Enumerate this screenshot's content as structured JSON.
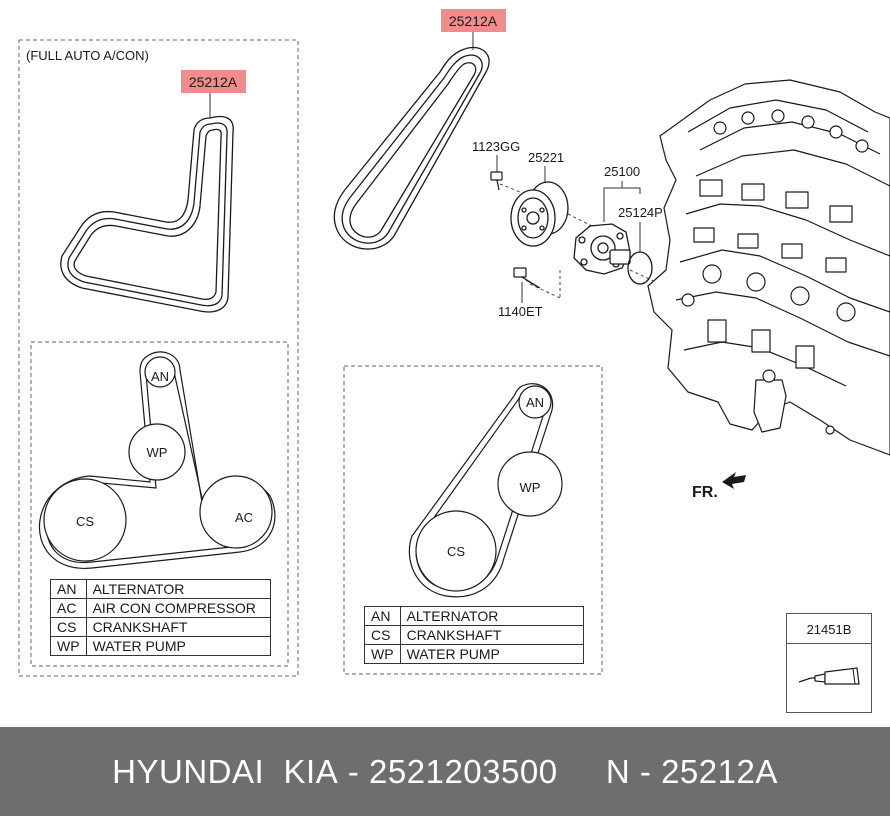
{
  "diagram": {
    "option_note": "(FULL AUTO A/CON)",
    "callouts": {
      "belt_left": "25212A",
      "belt_top": "25212A",
      "bolt_upper": "1123GG",
      "pulley": "25221",
      "water_pump": "25100",
      "gasket": "25124P",
      "bolt_lower": "1140ET",
      "sealant": "21451B"
    },
    "front_marker": "FR.",
    "layout_left": {
      "pulleys": [
        "AN",
        "WP",
        "CS",
        "AC"
      ],
      "legend": [
        {
          "code": "AN",
          "name": "ALTERNATOR"
        },
        {
          "code": "AC",
          "name": "AIR CON COMPRESSOR"
        },
        {
          "code": "CS",
          "name": "CRANKSHAFT"
        },
        {
          "code": "WP",
          "name": "WATER PUMP"
        }
      ]
    },
    "layout_right": {
      "pulleys": [
        "AN",
        "WP",
        "CS"
      ],
      "legend": [
        {
          "code": "AN",
          "name": "ALTERNATOR"
        },
        {
          "code": "CS",
          "name": "CRANKSHAFT"
        },
        {
          "code": "WP",
          "name": "WATER PUMP"
        }
      ]
    }
  },
  "footer": {
    "brand": "HYUNDAI  KIA",
    "part_number": "2521203500",
    "ref": "N - 25212A"
  },
  "colors": {
    "callout_highlight": "#f08c8c",
    "footer_bg": "#6e6e6e"
  }
}
